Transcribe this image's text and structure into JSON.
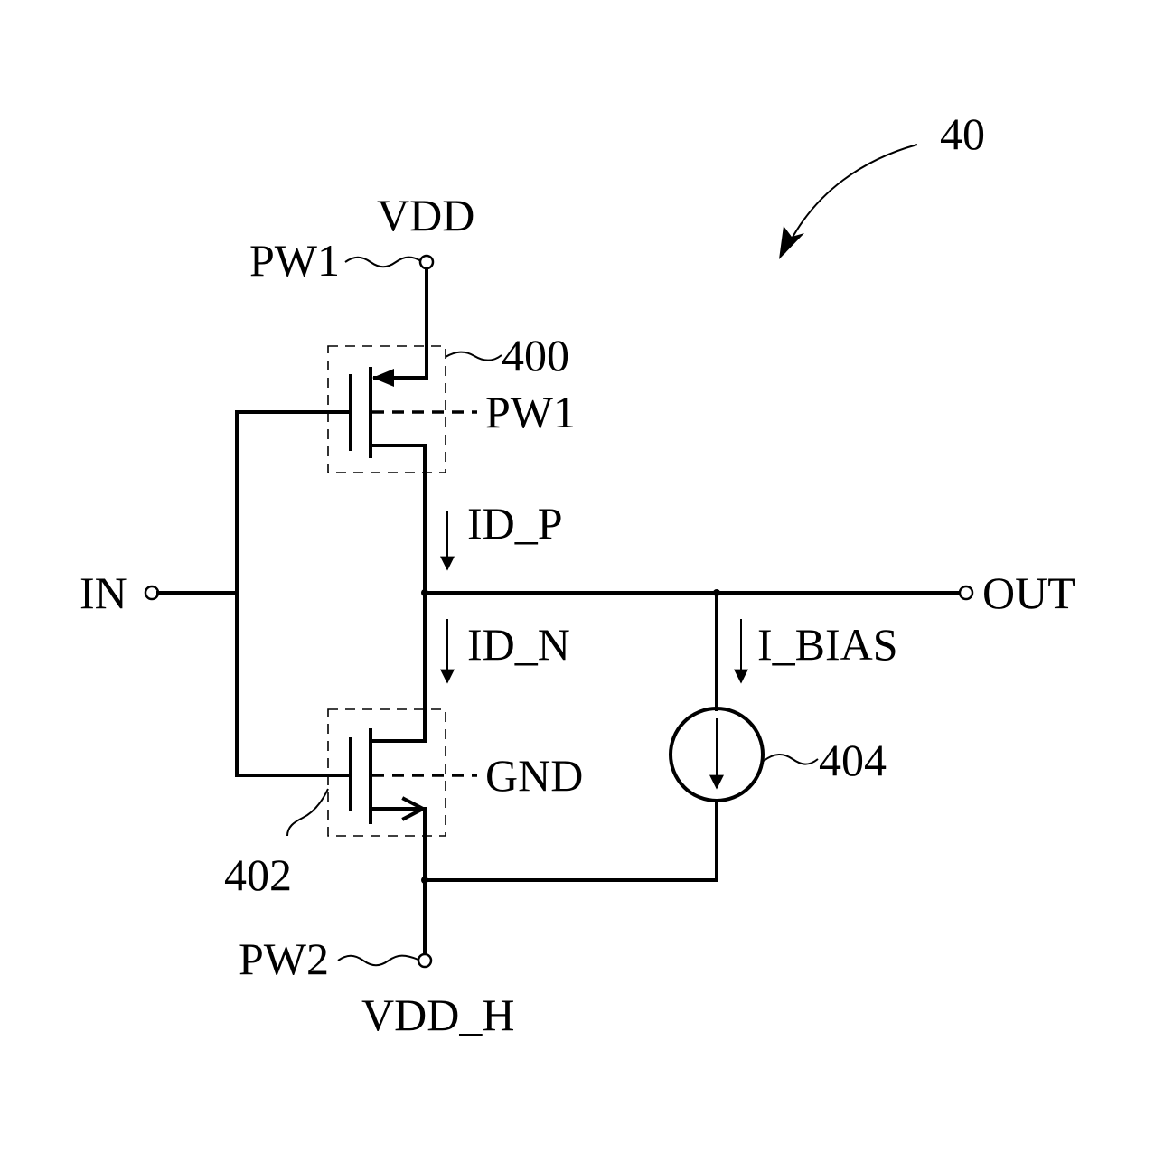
{
  "figure": {
    "ref": "40",
    "pmos": {
      "ref": "400",
      "body_label": "PW1"
    },
    "nmos": {
      "ref": "402",
      "body_label": "GND"
    },
    "current_source": {
      "ref": "404",
      "current_label": "I_BIAS"
    },
    "supply_top": {
      "net": "VDD",
      "terminal": "PW1"
    },
    "supply_bottom": {
      "net": "VDD_H",
      "terminal": "PW2"
    },
    "input": "IN",
    "output": "OUT",
    "current_p": "ID_P",
    "current_n": "ID_N"
  }
}
